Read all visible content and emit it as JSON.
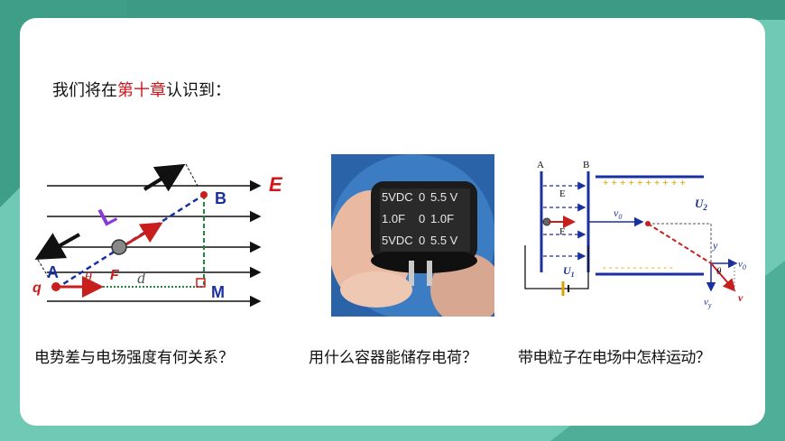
{
  "heading": {
    "prefix": "我们将在",
    "highlight": "第十章",
    "suffix": "认识到："
  },
  "captions": [
    "电势差与电场强度有何关系？",
    "用什么容器能储存电荷？",
    "带电粒子在电场中怎样运动？"
  ],
  "figure_field": {
    "E": "E",
    "B": "B",
    "A": "A",
    "M": "M",
    "q": "q",
    "theta": "θ",
    "F": "F",
    "d": "d",
    "L": "L"
  },
  "figure_capacitor": {
    "rows": [
      [
        "5VDC",
        "0",
        "5.5 V"
      ],
      [
        "1.0F",
        "0",
        "1.0F"
      ],
      [
        "5VDC",
        "0",
        "5.5 V"
      ]
    ]
  },
  "figure_deflection": {
    "A": "A",
    "B": "B",
    "E": "E",
    "F": "F",
    "U1": "U",
    "U1sub": "1",
    "U2": "U",
    "U2sub": "2",
    "v0": "v",
    "v0sub": "0",
    "y": "y",
    "theta": "θ",
    "v0b": "v",
    "v0bsub": "0",
    "vy": "v",
    "vysub": "y",
    "v": "v"
  },
  "colors": {
    "highlight": "#d4141b",
    "blue": "#1a2fa0",
    "red": "#c81e1e",
    "green": "#1b8a3a"
  }
}
